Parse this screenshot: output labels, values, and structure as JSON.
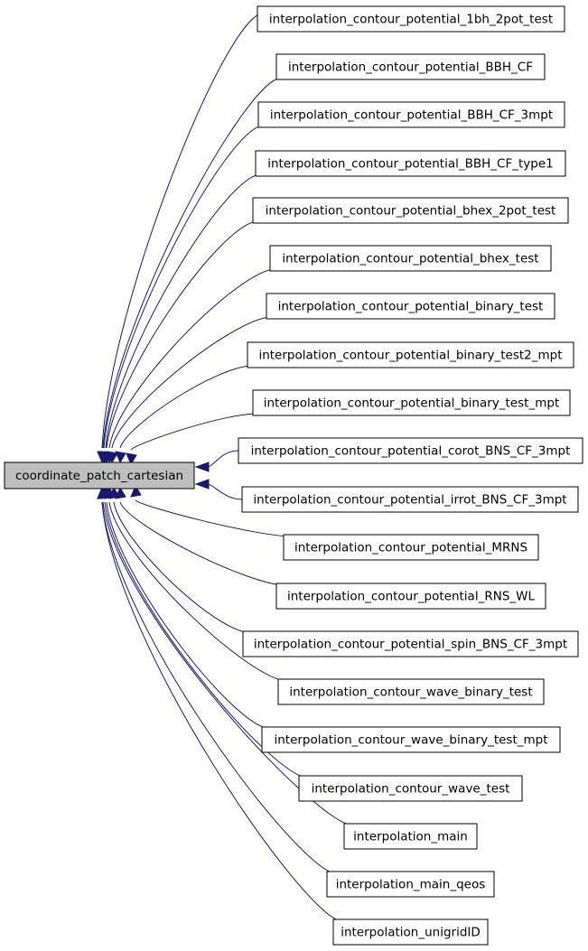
{
  "graph": {
    "root": {
      "label": "coordinate_patch_cartesian"
    },
    "callers": [
      {
        "label": "interpolation_contour_potential_1bh_2pot_test"
      },
      {
        "label": "interpolation_contour_potential_BBH_CF"
      },
      {
        "label": "interpolation_contour_potential_BBH_CF_3mpt"
      },
      {
        "label": "interpolation_contour_potential_BBH_CF_type1"
      },
      {
        "label": "interpolation_contour_potential_bhex_2pot_test"
      },
      {
        "label": "interpolation_contour_potential_bhex_test"
      },
      {
        "label": "interpolation_contour_potential_binary_test"
      },
      {
        "label": "interpolation_contour_potential_binary_test2_mpt"
      },
      {
        "label": "interpolation_contour_potential_binary_test_mpt"
      },
      {
        "label": "interpolation_contour_potential_corot_BNS_CF_3mpt"
      },
      {
        "label": "interpolation_contour_potential_irrot_BNS_CF_3mpt"
      },
      {
        "label": "interpolation_contour_potential_MRNS"
      },
      {
        "label": "interpolation_contour_potential_RNS_WL"
      },
      {
        "label": "interpolation_contour_potential_spin_BNS_CF_3mpt"
      },
      {
        "label": "interpolation_contour_wave_binary_test"
      },
      {
        "label": "interpolation_contour_wave_binary_test_mpt"
      },
      {
        "label": "interpolation_contour_wave_test"
      },
      {
        "label": "interpolation_main"
      },
      {
        "label": "interpolation_main_qeos"
      },
      {
        "label": "interpolation_unigridID"
      }
    ]
  },
  "colors": {
    "edge": "#191970",
    "root_fill": "#bfbfbf",
    "node_fill": "#ffffff",
    "node_stroke": "#000000"
  }
}
